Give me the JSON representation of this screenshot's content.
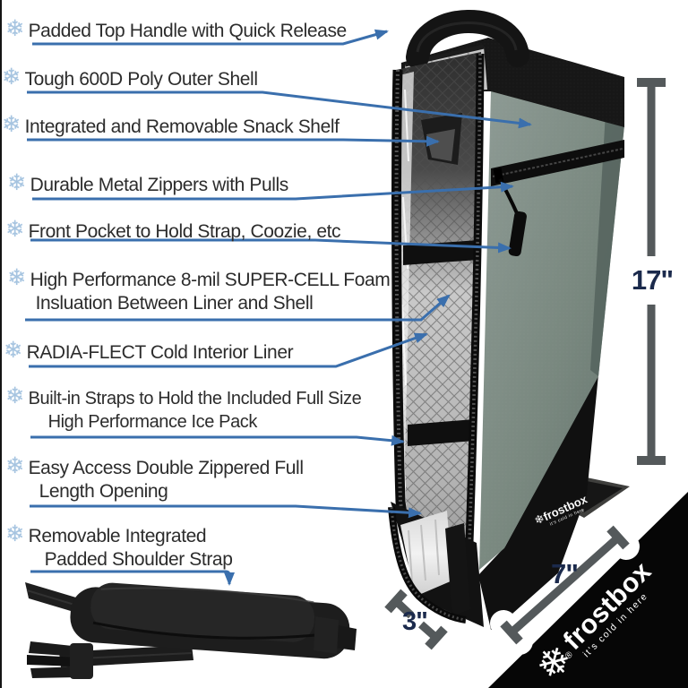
{
  "features": [
    {
      "icon": "❄",
      "text": "Padded Top Handle with Quick Release"
    },
    {
      "icon": "❄",
      "text": "Tough 600D Poly Outer Shell"
    },
    {
      "icon": "❄",
      "text": "Integrated and Removable Snack Shelf"
    },
    {
      "icon": "❄",
      "text": "Durable Metal Zippers with Pulls"
    },
    {
      "icon": "❄",
      "text": "Front Pocket to Hold Strap, Coozie, etc"
    },
    {
      "icon": "❄",
      "text": "High Performance 8-mil SUPER-CELL Foam",
      "text2": "Insluation Between Liner and Shell"
    },
    {
      "icon": "❄",
      "text": "RADIA-FLECT Cold Interior Liner"
    },
    {
      "icon": "❄",
      "text": "Built-in Straps to Hold the Included Full Size",
      "text2": "High Performance Ice Pack"
    },
    {
      "icon": "❄",
      "text": "Easy Access Double Zippered Full",
      "text2": "Length Opening"
    },
    {
      "icon": "❄",
      "text": "Removable Integrated",
      "text2": "Padded Shoulder Strap"
    }
  ],
  "dimensions": {
    "height": "17\"",
    "width": "7\"",
    "depth": "3\""
  },
  "brand": {
    "snowflake": "❄",
    "registered": "®",
    "name": "frostbox",
    "tagline": "it's cold in here"
  },
  "bag_print": {
    "text": "❄frostbox"
  },
  "colors": {
    "accent_blue": "#3a6fad",
    "snowflake_blue": "#a6c4e0",
    "text_dark": "#2c2c2c",
    "dimension_gray": "#54595b",
    "dimension_navy": "#1b2a4c",
    "bag_gray": "#7a8983",
    "logo_black": "#060606"
  }
}
